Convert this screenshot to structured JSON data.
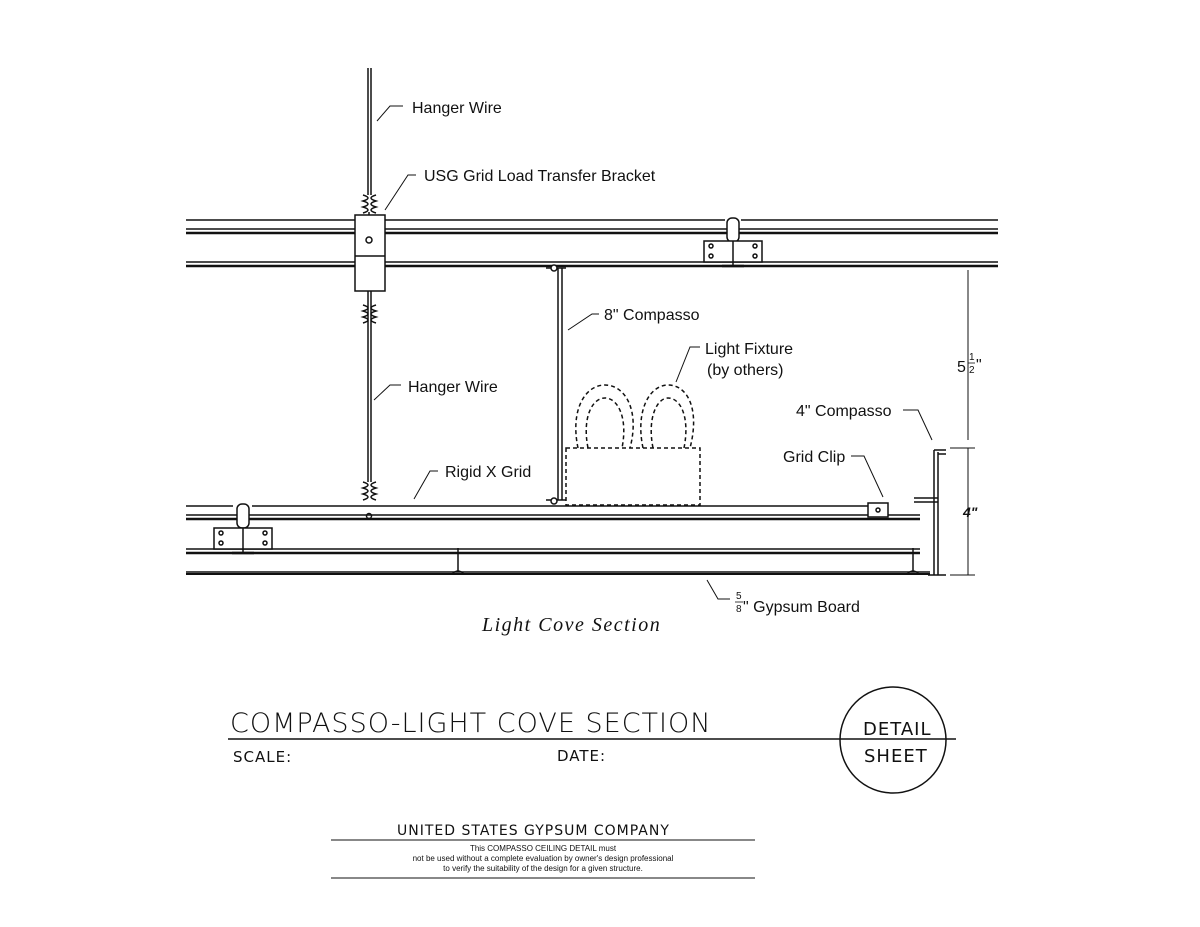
{
  "labels": {
    "hanger_wire_top": "Hanger Wire",
    "load_bracket": "USG Grid Load Transfer Bracket",
    "compasso_8": "8\" Compasso",
    "light_fixture_line1": "Light Fixture",
    "light_fixture_line2": "(by others)",
    "hanger_wire_mid": "Hanger Wire",
    "rigid_x_grid": "Rigid X Grid",
    "compasso_4": "4\" Compasso",
    "grid_clip": "Grid Clip",
    "gypsum_prefix_num": "5",
    "gypsum_prefix_den": "8",
    "gypsum_board": "\" Gypsum Board"
  },
  "dimensions": {
    "upper_whole": "5",
    "upper_num": "1",
    "upper_den": "2",
    "upper_suffix": "\"",
    "lower": "4\""
  },
  "caption": "Light Cove Section",
  "titleblock": {
    "title": "COMPASSO-LIGHT COVE SECTION",
    "scale_label": "SCALE:",
    "date_label": "DATE:",
    "detail_line1": "DETAIL",
    "detail_line2": "SHEET"
  },
  "footer": {
    "company": "UNITED STATES GYPSUM COMPANY",
    "disclaimer_1": "This COMPASSO CEILING DETAIL must",
    "disclaimer_2": "not be used without a complete evaluation by owner's design professional",
    "disclaimer_3": "to verify the suitability of the design for a given structure."
  }
}
